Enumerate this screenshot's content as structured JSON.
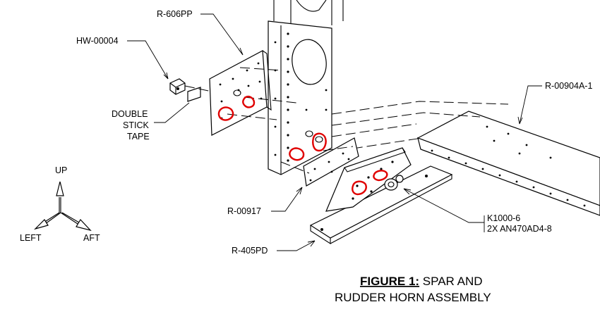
{
  "labels": {
    "r606pp": "R-606PP",
    "hw00004": "HW-00004",
    "tape_line1": "DOUBLE",
    "tape_line2": "STICK",
    "tape_line3": "TAPE",
    "r00904a1": "R-00904A-1",
    "r00917": "R-00917",
    "r405pd": "R-405PD",
    "k1000_line1": "K1000-6",
    "k1000_line2": "2X AN470AD4-8"
  },
  "axes": {
    "up": "UP",
    "left": "LEFT",
    "aft": "AFT"
  },
  "caption": {
    "bold": "FIGURE 1:",
    "rest": " SPAR AND",
    "line2": "RUDDER HORN ASSEMBLY"
  },
  "colors": {
    "markup": "#e00000",
    "ink": "#000000"
  }
}
